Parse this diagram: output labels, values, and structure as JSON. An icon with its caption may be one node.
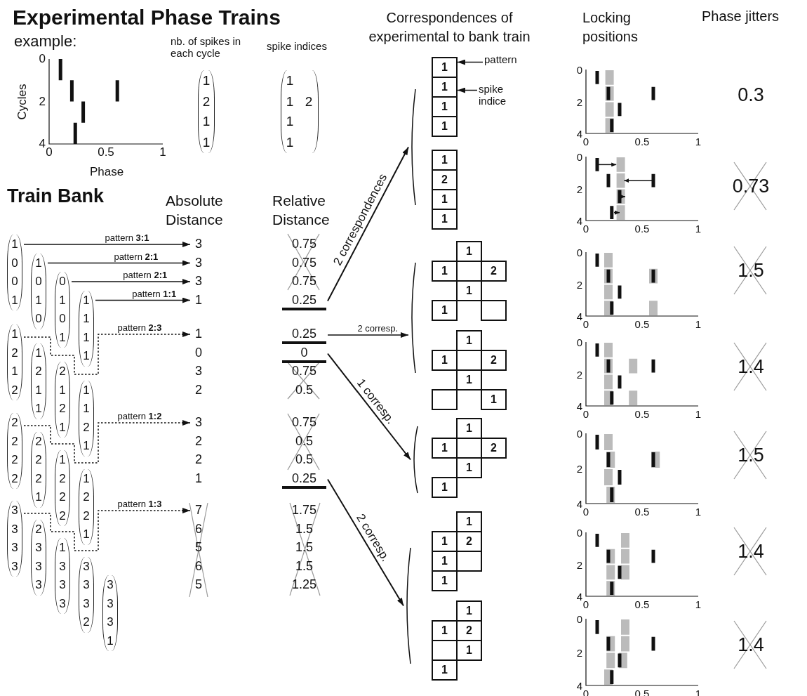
{
  "diagram": {
    "nodes": [
      {
        "text": [
          "1",
          "0",
          "0",
          "1"
        ]
      },
      {
        "text": [
          "1",
          "0",
          "1",
          "0"
        ]
      },
      {
        "text": [
          "0",
          "1",
          "0",
          "1"
        ]
      },
      {
        "text": [
          "1",
          "1",
          "1",
          "1"
        ]
      },
      {
        "text": [
          "1",
          "2",
          "1",
          "2"
        ]
      },
      {
        "text": [
          "1",
          "2",
          "1",
          "1"
        ]
      },
      {
        "text": [
          "2",
          "1",
          "2",
          "1"
        ]
      },
      {
        "text": [
          "1",
          "1",
          "2",
          "1"
        ]
      },
      {
        "text": [
          "2",
          "2",
          "2",
          "2"
        ]
      },
      {
        "text": [
          "2",
          "2",
          "2",
          "1"
        ]
      },
      {
        "text": [
          "1",
          "2",
          "2",
          "2"
        ]
      },
      {
        "text": [
          "1",
          "2",
          "2",
          "1"
        ]
      },
      {
        "text": [
          "3",
          "3",
          "3",
          "3"
        ]
      },
      {
        "text": [
          "2",
          "3",
          "3",
          "3"
        ]
      },
      {
        "text": [
          "1",
          "3",
          "3",
          "3"
        ]
      },
      {
        "text": [
          "3",
          "3",
          "3",
          "2"
        ]
      },
      {
        "text": [
          "3",
          "3",
          "3",
          "1"
        ]
      },
      {
        "text": [
          "3"
        ]
      },
      {
        "text": [
          "3"
        ]
      },
      {
        "text": [
          "3"
        ]
      },
      {
        "text": [
          "1"
        ]
      },
      {
        "text": [
          "1"
        ]
      },
      {
        "text": [
          "0"
        ]
      },
      {
        "text": [
          "3"
        ]
      },
      {
        "text": [
          "2"
        ]
      },
      {
        "text": [
          "3"
        ]
      },
      {
        "text": [
          "2"
        ]
      },
      {
        "text": [
          "2"
        ]
      },
      {
        "text": [
          "1"
        ]
      },
      {
        "text": [
          "7"
        ]
      },
      {
        "text": [
          "6"
        ]
      },
      {
        "text": [
          "5"
        ]
      },
      {
        "text": [
          "6"
        ]
      },
      {
        "text": [
          "5"
        ]
      },
      {
        "text": [
          "0.75"
        ]
      },
      {
        "text": [
          "0.75"
        ]
      },
      {
        "text": [
          "0.75"
        ]
      },
      {
        "text": [
          "0.25"
        ]
      },
      {
        "text": [
          "0.25"
        ]
      },
      {
        "text": [
          "0"
        ]
      },
      {
        "text": [
          "0.75"
        ]
      },
      {
        "text": [
          "0.5"
        ]
      },
      {
        "text": [
          "0.75"
        ]
      },
      {
        "text": [
          "0.5"
        ]
      },
      {
        "text": [
          "0.5"
        ]
      },
      {
        "text": [
          "0.25"
        ]
      },
      {
        "text": [
          "1.75"
        ]
      },
      {
        "text": [
          "1.5"
        ]
      },
      {
        "text": [
          "1.5"
        ]
      },
      {
        "text": [
          "1.5"
        ]
      },
      {
        "text": [
          "1.25"
        ]
      },
      {
        "text": [],
        "shape": "bracket"
      },
      {
        "text": [],
        "shape": "bracket"
      },
      {
        "text": [],
        "shape": "bracket"
      },
      {
        "text": [],
        "shape": "bracket"
      },
      {
        "text": [
          "1"
        ]
      },
      {
        "text": [
          "1"
        ]
      },
      {
        "text": [
          "1"
        ]
      },
      {
        "text": [
          "1"
        ]
      },
      {
        "text": [
          "1"
        ]
      },
      {
        "text": [
          "2"
        ]
      },
      {
        "text": [
          "1"
        ]
      },
      {
        "text": [
          "1"
        ]
      },
      {
        "text": [
          "1"
        ]
      },
      {
        "text": [
          "1"
        ]
      },
      {
        "text": [
          "2"
        ]
      },
      {
        "text": [
          "1"
        ]
      },
      {
        "text": [
          "1"
        ]
      },
      {
        "text": [],
        "shape": "box"
      },
      {
        "text": [
          "1"
        ]
      },
      {
        "text": [
          "1"
        ]
      },
      {
        "text": [
          "2"
        ]
      },
      {
        "text": [
          "1"
        ]
      },
      {
        "text": [],
        "shape": "box"
      },
      {
        "text": [
          "1"
        ]
      },
      {
        "text": [
          "1"
        ]
      },
      {
        "text": [
          "1"
        ]
      },
      {
        "text": [
          "2"
        ]
      },
      {
        "text": [
          "1"
        ]
      },
      {
        "text": [
          "1"
        ]
      },
      {
        "text": [
          "1"
        ]
      },
      {
        "text": [
          "1"
        ]
      },
      {
        "text": [
          "2"
        ]
      },
      {
        "text": [
          "1"
        ]
      },
      {
        "text": [],
        "shape": "box"
      },
      {
        "text": [
          "1"
        ]
      },
      {
        "text": [
          "1"
        ]
      },
      {
        "text": [
          "1"
        ]
      },
      {
        "text": [
          "2"
        ]
      },
      {
        "text": [],
        "shape": "box"
      },
      {
        "text": [
          "1"
        ]
      },
      {
        "text": [
          "1"
        ]
      },
      {
        "text": [
          "pattern"
        ]
      },
      {
        "text": [
          "spike indice"
        ]
      }
    ],
    "edges": [
      {
        "from": 0,
        "to": 17,
        "arrow": "to",
        "label": "pattern **3:1**"
      },
      {
        "from": 1,
        "to": 18,
        "arrow": "to",
        "label": "pattern **2:1**"
      },
      {
        "from": 2,
        "to": 19,
        "arrow": "to",
        "label": "pattern **2:1**"
      },
      {
        "from": 3,
        "to": 20,
        "arrow": "to",
        "label": "pattern **1:1**"
      },
      {
        "from": 4,
        "to": 21,
        "arrow": "to",
        "label": "pattern **2:3**",
        "style": "dashed"
      },
      {
        "from": 8,
        "to": 25,
        "arrow": "to",
        "label": "pattern **1:2**",
        "style": "dashed"
      },
      {
        "from": 12,
        "to": 29,
        "arrow": "to",
        "label": "pattern **1:3**",
        "style": "dashed"
      },
      {
        "from": 37,
        "to": 51,
        "arrow": "to",
        "label": "2 correspondences"
      },
      {
        "from": 38,
        "to": 52,
        "arrow": "to",
        "label": "2 corresp."
      },
      {
        "from": 39,
        "to": 53,
        "arrow": "to",
        "label": "1 corresp."
      },
      {
        "from": 45,
        "to": 54,
        "arrow": "to",
        "label": "2 corresp."
      },
      {
        "from": 92,
        "to": 55,
        "arrow": "to"
      },
      {
        "from": 93,
        "to": 56,
        "arrow": "to"
      }
    ],
    "labels": [
      "Experimental Phase Trains",
      "example:",
      "0",
      "2",
      "4",
      "0",
      "0.5",
      "1",
      "Cycles",
      "Phase",
      "nb. of spikes in each cycle",
      "spike indices",
      "1",
      "2",
      "1",
      "1",
      "1",
      "1",
      "2",
      "1",
      "1",
      "Train Bank",
      "Absolute Distance",
      "Relative Distance",
      "Correspondences of experimental to bank train",
      "Locking positions",
      "Phase jitters",
      "0",
      "2",
      "4",
      "0",
      "0.5",
      "1",
      "0",
      "2",
      "4",
      "0",
      "0.5",
      "1",
      "0",
      "2",
      "4",
      "0",
      "0.5",
      "1",
      "0",
      "2",
      "4",
      "0",
      "0.5",
      "1",
      "0",
      "2",
      "4",
      "0",
      "0.5",
      "1",
      "0",
      "2",
      "4",
      "0",
      "0.5",
      "1",
      "0",
      "2",
      "4",
      "0",
      "0.5",
      "1",
      "0.3",
      "0.73",
      "1.5",
      "1.4",
      "1.5",
      "1.4",
      "1.4"
    ]
  }
}
